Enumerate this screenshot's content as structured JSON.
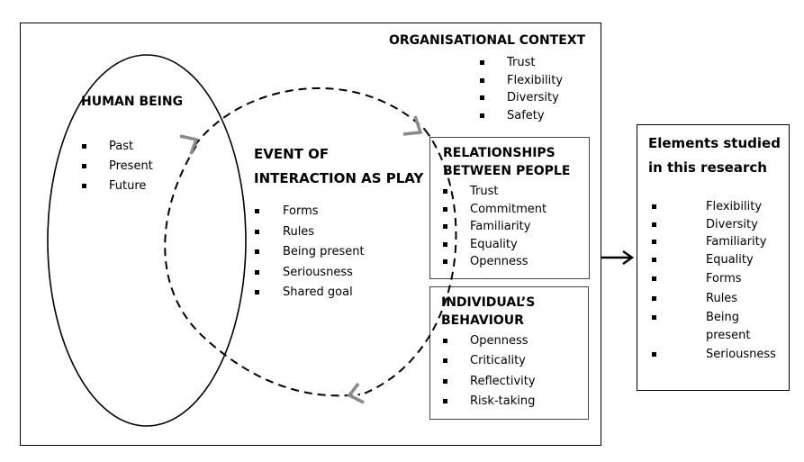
{
  "organisational_context": {
    "title": "ORGANISATIONAL CONTEXT",
    "items": [
      "Trust",
      "Flexibility",
      "Diversity",
      "Safety"
    ]
  },
  "human_being": {
    "title": "HUMAN BEING",
    "items": [
      "Past",
      "Present",
      "Future"
    ]
  },
  "event": {
    "title_line1": "EVENT OF",
    "title_line2": "INTERACTION AS PLAY",
    "items": [
      "Forms",
      "Rules",
      "Being present",
      "Seriousness",
      "Shared goal"
    ]
  },
  "relationships": {
    "title_line1": "RELATIONSHIPS",
    "title_line2": "BETWEEN PEOPLE",
    "items": [
      "Trust",
      "Commitment",
      "Familiarity",
      "Equality",
      "Openness"
    ]
  },
  "individual": {
    "title_line1": "INDIVIDUAL’S",
    "title_line2": "BEHAVIOUR",
    "items": [
      "Openness",
      "Criticality",
      "Reflectivity",
      "Risk-taking"
    ]
  },
  "elements": {
    "title_line1": "Elements studied",
    "title_line2": "in this research",
    "items": [
      "Flexibility",
      "Diversity",
      "Familiarity",
      "Equality",
      "Forms",
      "Rules",
      "Being present",
      "Seriousness"
    ]
  }
}
